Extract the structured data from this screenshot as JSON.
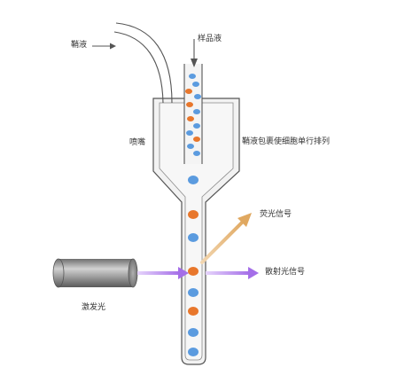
{
  "labels": {
    "sheath_fluid": "鞘液",
    "sample_fluid": "样品液",
    "nozzle": "喷嘴",
    "sheath_wrap": "鞘液包裹使细胞单行排列",
    "fluorescence_signal": "荧光信号",
    "scatter_signal": "散射光信号",
    "excitation_light": "激发光"
  },
  "colors": {
    "cell_blue": "#5b9bdf",
    "cell_orange": "#e8772c",
    "tube_fill": "#f1f1f1",
    "tube_stroke": "#555555",
    "laser_purple": "#b184e8",
    "fluorescence_gold": "#e0b57c",
    "laser_body": "#9a9a9a"
  },
  "icons": {
    "arrow": "arrow-right-icon",
    "laser": "laser-cylinder-icon",
    "cell": "cell-dot-icon"
  }
}
